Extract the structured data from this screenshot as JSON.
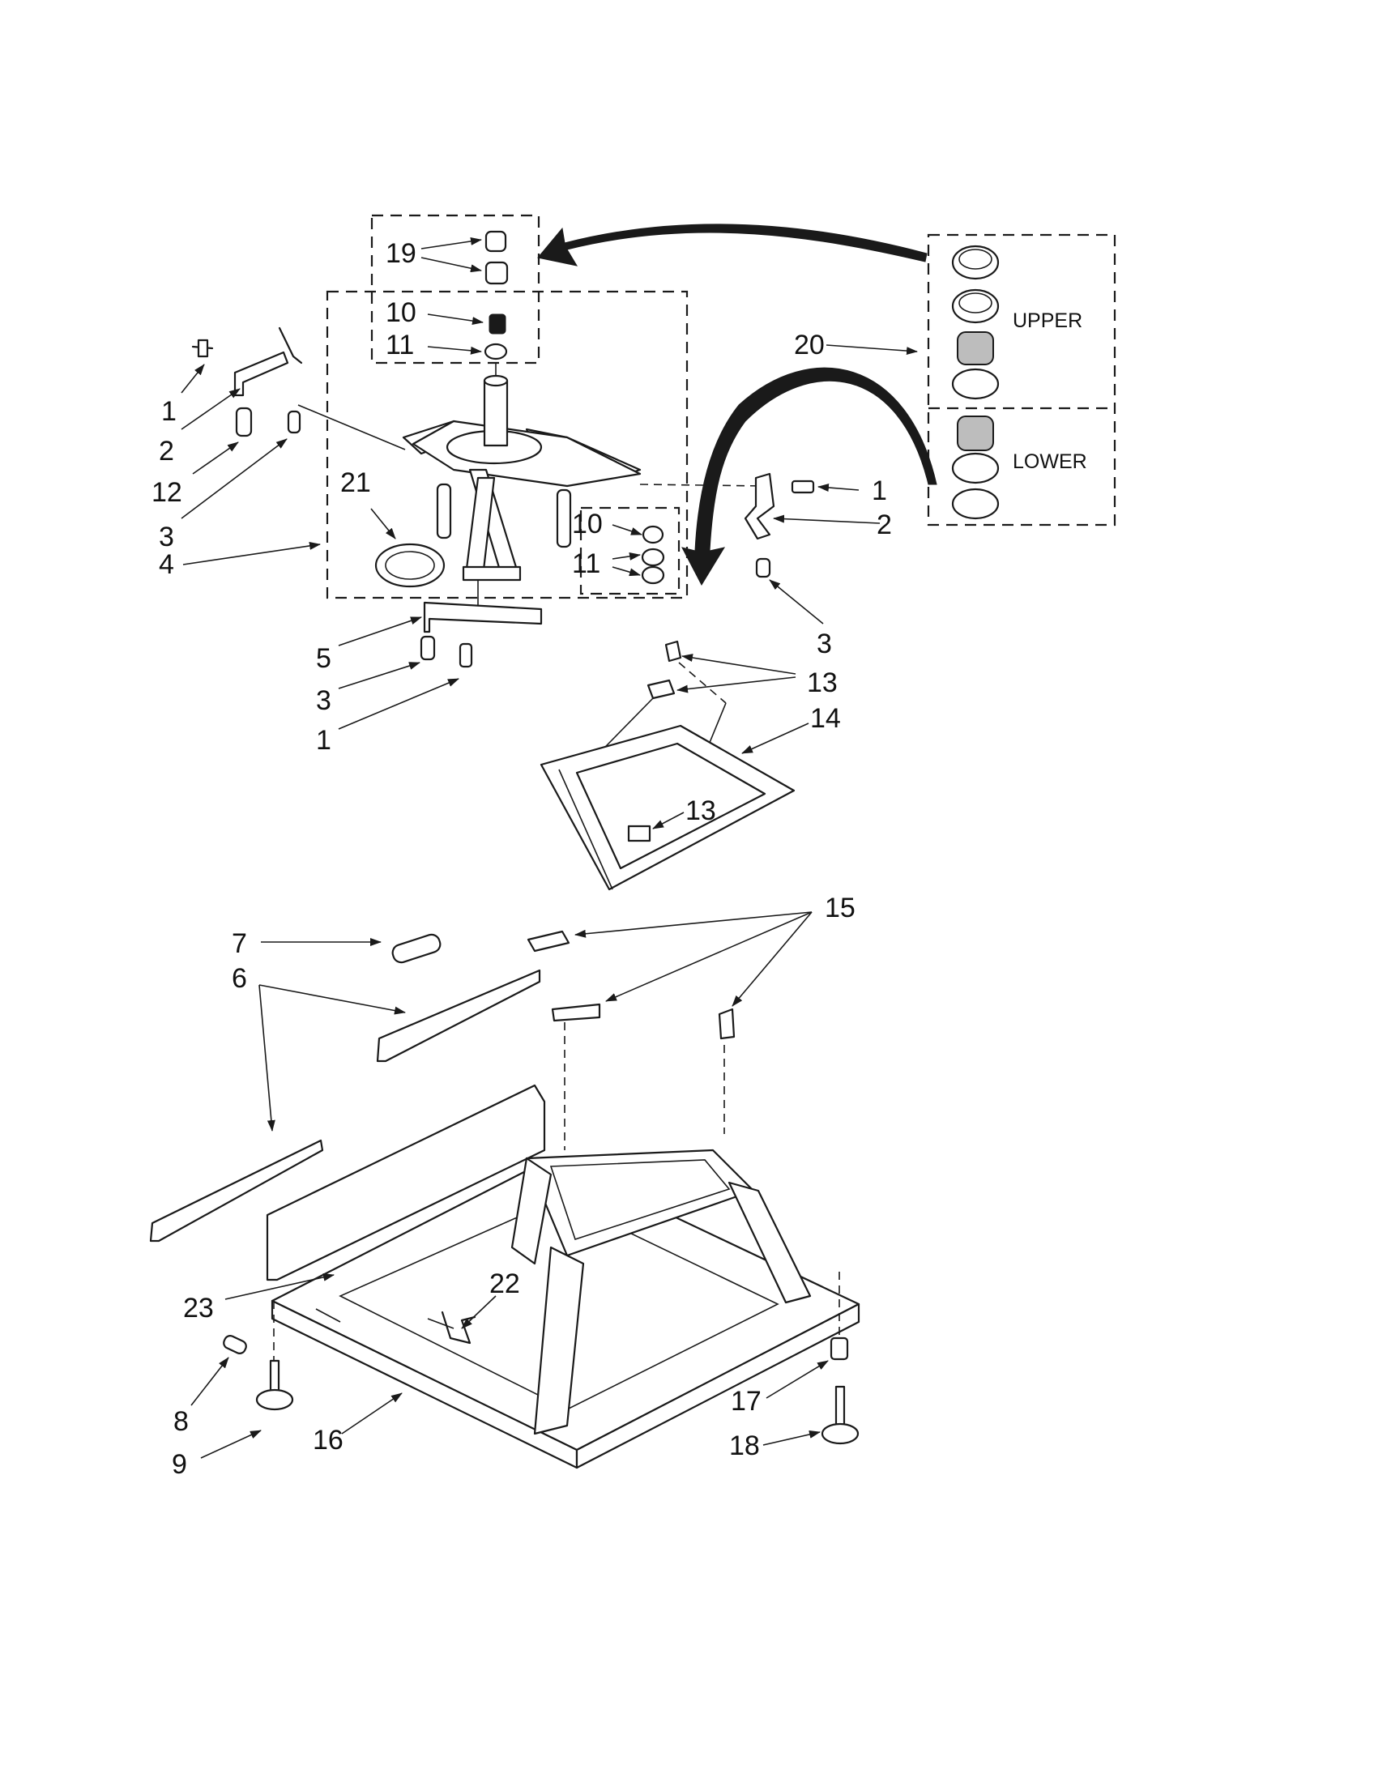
{
  "labels": {
    "l1a": "1",
    "l2a": "2",
    "l12": "12",
    "l3a": "3",
    "l4": "4",
    "l21": "21",
    "l19": "19",
    "l10a": "10",
    "l11a": "11",
    "l10b": "10",
    "l11b": "11",
    "l1b": "1",
    "l2b": "2",
    "l3b": "3",
    "l20": "20",
    "upper": "UPPER",
    "lower": "LOWER",
    "l5": "5",
    "l3c": "3",
    "l1c": "1",
    "l13a": "13",
    "l14": "14",
    "l13b": "13",
    "l7": "7",
    "l6": "6",
    "l15": "15",
    "l22": "22",
    "l23": "23",
    "l8": "8",
    "l9": "9",
    "l16": "16",
    "l17": "17",
    "l18": "18"
  }
}
